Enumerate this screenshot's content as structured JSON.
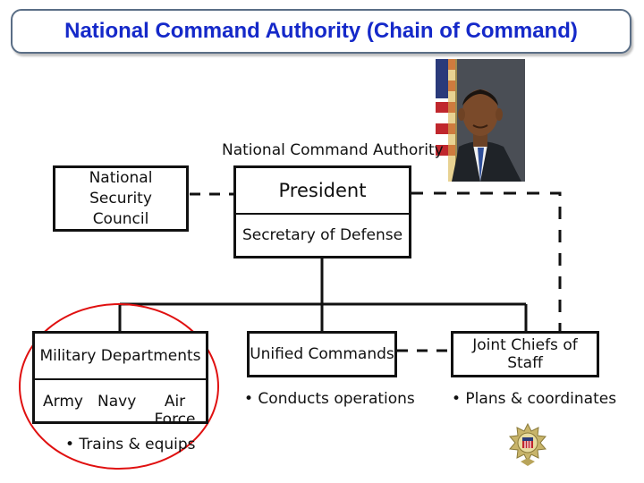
{
  "title": "National Command Authority (Chain of Command)",
  "nca_label": "National Command Authority",
  "nodes": {
    "president": "President",
    "secdef": "Secretary of Defense",
    "nsc_line1": "National Security",
    "nsc_line2": "Council",
    "mil_dept": "Military Departments",
    "army": "Army",
    "navy": "Navy",
    "air_force": "Air Force",
    "unified": "Unified Commands",
    "jcs": "Joint Chiefs of Staff"
  },
  "notes": {
    "mil_dept": "• Trains & equips",
    "unified": "• Conducts operations",
    "jcs": "• Plans & coordinates"
  },
  "colors": {
    "title_text": "#1529c9",
    "title_border": "#5a6e86",
    "highlight_circle": "#e01010",
    "line": "#111111"
  },
  "icons": {
    "portrait": "president-portrait",
    "seal": "joint-chiefs-seal-icon"
  }
}
